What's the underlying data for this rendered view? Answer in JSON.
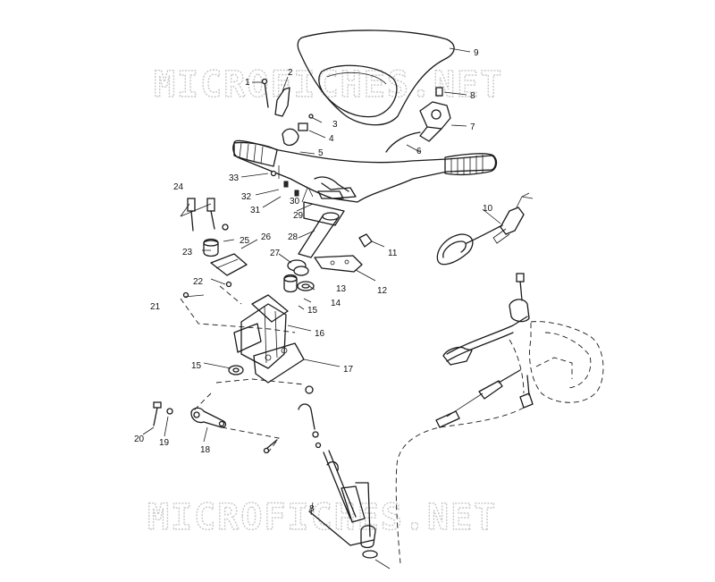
{
  "watermarks": [
    "MICROFICHES.NET",
    "MICROFICHES.NET"
  ],
  "callouts": [
    "1",
    "2",
    "3",
    "4",
    "5",
    "6",
    "7",
    "8",
    "9",
    "10",
    "11",
    "12",
    "13",
    "14",
    "15",
    "16",
    "17",
    "18",
    "19",
    "20",
    "21",
    "22",
    "23",
    "24",
    "25",
    "26",
    "27",
    "28",
    "29",
    "30",
    "31",
    "32",
    "33",
    "15",
    "8"
  ]
}
